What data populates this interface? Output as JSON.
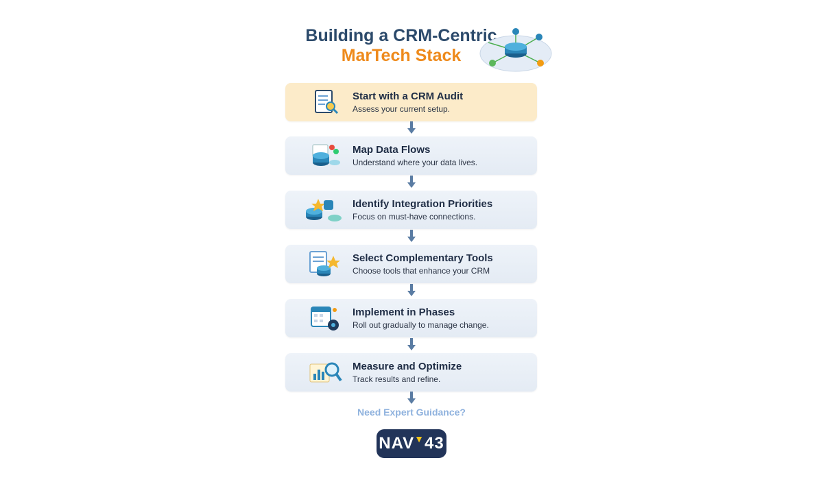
{
  "title": {
    "line1": "Building a CRM-Centric",
    "line2": "MarTech Stack"
  },
  "steps": [
    {
      "title": "Start with a CRM Audit",
      "subtitle": "Assess your current setup.",
      "icon": "audit-magnifier-icon"
    },
    {
      "title": "Map Data Flows",
      "subtitle": "Understand where your data lives.",
      "icon": "database-flow-icon"
    },
    {
      "title": "Identify Integration Priorities",
      "subtitle": "Focus on must-have connections.",
      "icon": "puzzle-database-icon"
    },
    {
      "title": "Select Complementary Tools",
      "subtitle": "Choose tools that enhance your CRM",
      "icon": "document-star-icon"
    },
    {
      "title": "Implement in Phases",
      "subtitle": "Roll out gradually to manage change.",
      "icon": "calendar-gear-icon"
    },
    {
      "title": "Measure and Optimize",
      "subtitle": "Track results and refine.",
      "icon": "chart-magnifier-icon"
    }
  ],
  "cta": "Need Expert Guidance?",
  "logo": {
    "main": "NAV",
    "num": "43"
  },
  "colors": {
    "title": "#2c4a6b",
    "accent": "#ee8a1c",
    "logo_bg": "#223459",
    "cta": "#8fb2de"
  }
}
